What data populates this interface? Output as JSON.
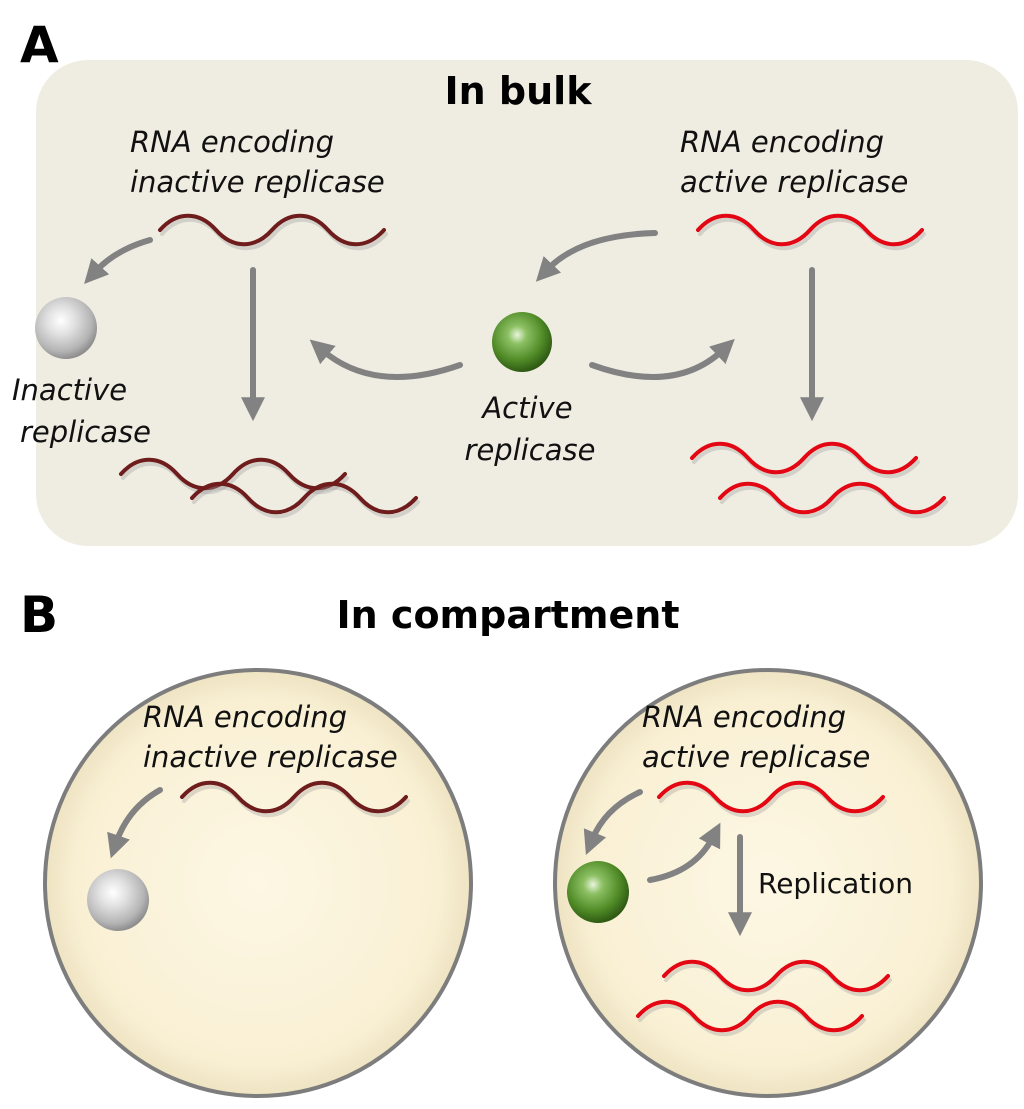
{
  "panel_a": {
    "letter": "A",
    "title": "In bulk",
    "inactive_rna_label": [
      "RNA encoding",
      "inactive replicase"
    ],
    "active_rna_label": [
      "RNA encoding",
      "active replicase"
    ],
    "inactive_replicase_label": [
      "Inactive",
      "replicase"
    ],
    "active_replicase_label": [
      "Active",
      "replicase"
    ]
  },
  "panel_b": {
    "letter": "B",
    "title": "In compartment",
    "left_rna_label": [
      "RNA encoding",
      "inactive replicase"
    ],
    "right_rna_label": [
      "RNA encoding",
      "active replicase"
    ],
    "replication_label": "Replication"
  },
  "colors": {
    "bulk_background": "#efede2",
    "compartment_fill": "#fbf4dc",
    "compartment_stroke": "#7d7d7d",
    "rna_inactive": "#6e1c1c",
    "rna_active": "#e30613",
    "arrow": "#828282",
    "active_replicase": "#4f8a26",
    "inactive_replicase": "#c8c8c8"
  }
}
